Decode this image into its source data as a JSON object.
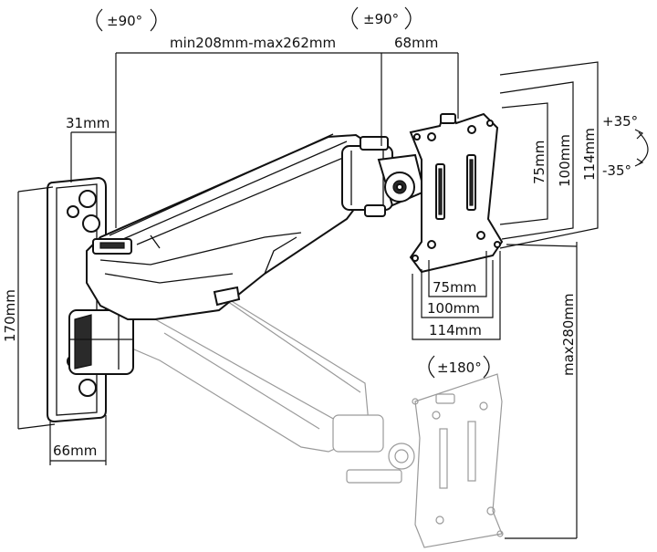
{
  "labels": {
    "rot_top_left": "±90°",
    "rot_top_right": "±90°",
    "reach": "min208mm-max262mm",
    "head_depth": "68mm",
    "plate_offset": "31mm",
    "plate_height": "170mm",
    "plate_width": "66mm",
    "tilt_up": "+35°",
    "tilt_down": "-35°",
    "vesa_v75": "75mm",
    "vesa_v100": "100mm",
    "vesa_v114": "114mm",
    "vesa_h75": "75mm",
    "vesa_h100": "100mm",
    "vesa_h114": "114mm",
    "rot_monitor": "±180°",
    "height_max": "max280mm"
  }
}
